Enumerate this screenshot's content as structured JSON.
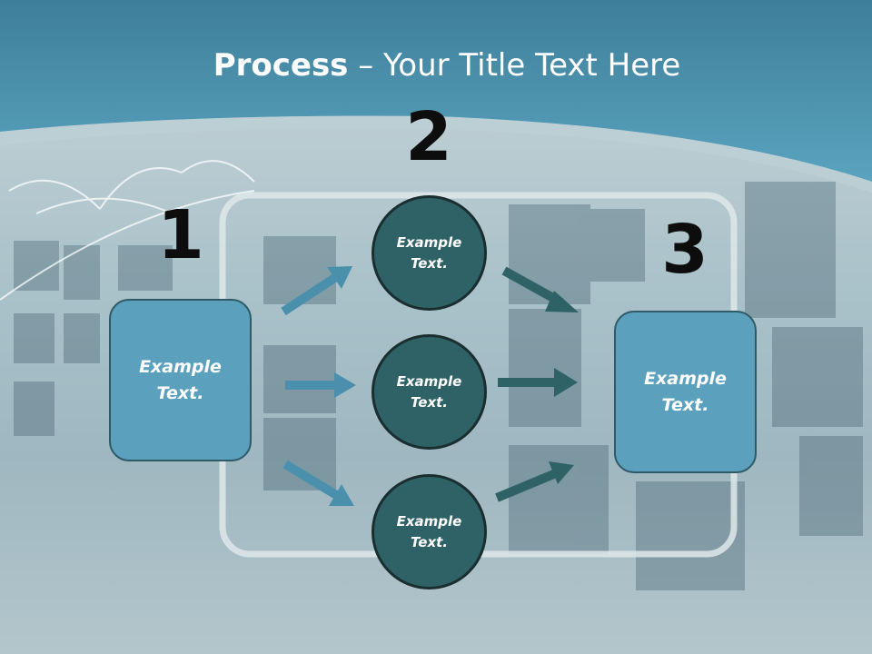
{
  "slide": {
    "title_bold": "Process",
    "title_rest": " – Your Title Text Here"
  },
  "steps": [
    {
      "number": "1",
      "label": "Example Text."
    },
    {
      "number": "2",
      "label": "Example Text."
    },
    {
      "number": "3",
      "label": "Example Text."
    }
  ],
  "middle_circles": [
    {
      "label": "Example Text."
    },
    {
      "label": "Example Text."
    },
    {
      "label": "Example Text."
    }
  ],
  "colors": {
    "header": "#4a93ad",
    "box_fill": "#5ba0bd",
    "circle_fill": "#2f6267",
    "arrow_light": "#4a90ad",
    "arrow_dark": "#2f6267"
  }
}
